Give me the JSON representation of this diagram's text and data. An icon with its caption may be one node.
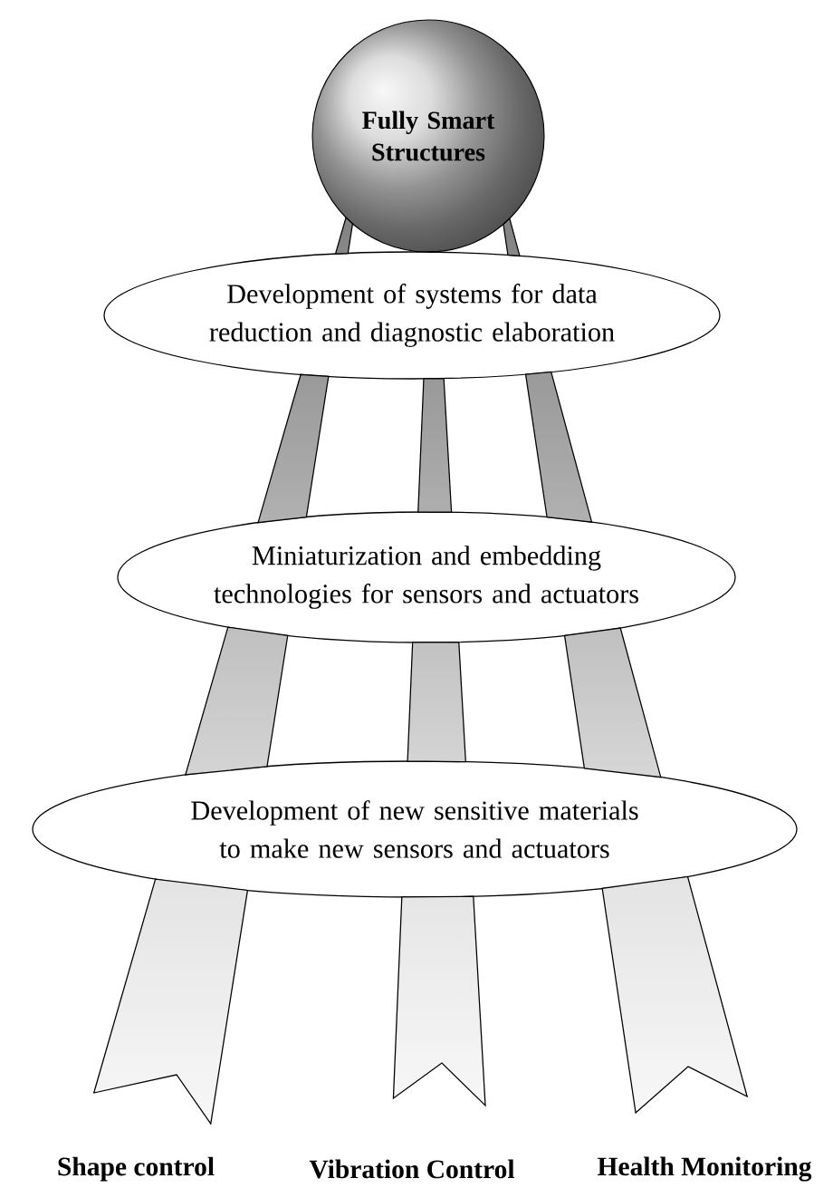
{
  "diagram": {
    "nodes": [
      {
        "text": [
          "Fully Smart Structures"
        ]
      },
      {
        "text": [
          "Development of systems for data reduction and diagnostic elaboration"
        ]
      },
      {
        "text": [
          "Miniaturization and embedding technologies for sensors and actuators"
        ]
      },
      {
        "text": [
          "Development of new sensitive materials to make new sensors and actuators"
        ]
      },
      {
        "text": [
          "Shape control"
        ]
      },
      {
        "text": [
          "Vibration Control"
        ]
      },
      {
        "text": [
          "Health Monitoring"
        ]
      }
    ],
    "edges": [
      {
        "from": 0,
        "to": 1,
        "arrow": "none"
      },
      {
        "from": 0,
        "to": 1,
        "arrow": "none"
      },
      {
        "from": 0,
        "to": 1,
        "arrow": "none"
      },
      {
        "from": 1,
        "to": 2,
        "arrow": "none"
      },
      {
        "from": 1,
        "to": 2,
        "arrow": "none"
      },
      {
        "from": 1,
        "to": 2,
        "arrow": "none"
      },
      {
        "from": 2,
        "to": 3,
        "arrow": "none"
      },
      {
        "from": 2,
        "to": 3,
        "arrow": "none"
      },
      {
        "from": 2,
        "to": 3,
        "arrow": "none"
      },
      {
        "from": 3,
        "to": 4,
        "arrow": "other"
      },
      {
        "from": 3,
        "to": 5,
        "arrow": "other"
      },
      {
        "from": 3,
        "to": 6,
        "arrow": "other"
      }
    ]
  }
}
